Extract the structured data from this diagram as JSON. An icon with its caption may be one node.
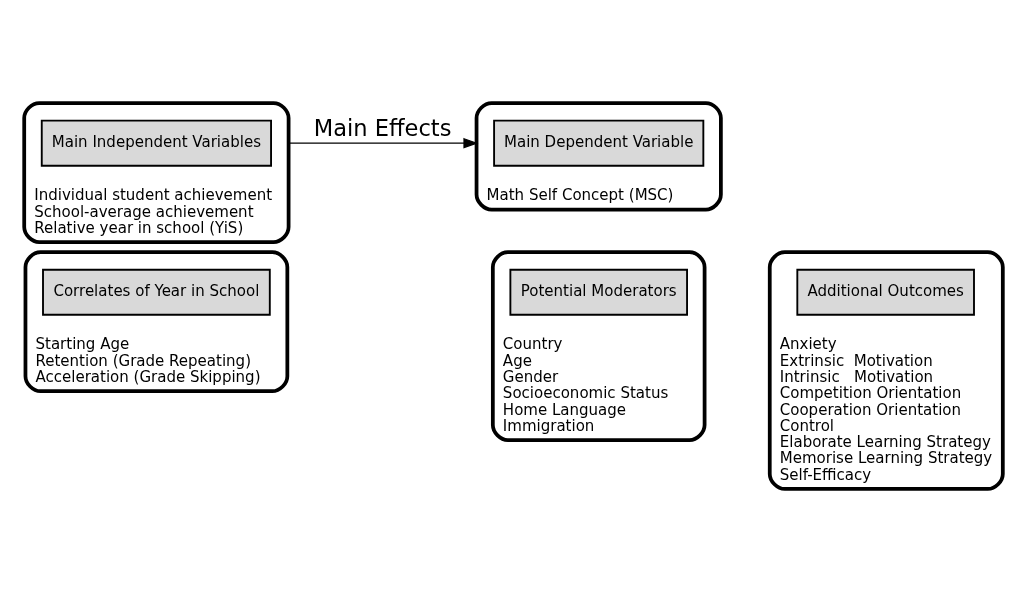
{
  "diagram": {
    "nodes": [
      {
        "text": [
          "Individual student achievement",
          "School-average achievement",
          "Relative year in school (YiS)"
        ]
      },
      {
        "text": [
          "Main Independent Variables"
        ],
        "in": 0
      },
      {
        "text": [
          "Math Self Concept (MSC)"
        ]
      },
      {
        "text": [
          "Main Dependent Variable"
        ],
        "in": 2
      },
      {
        "text": [
          "Starting Age",
          "Retention (Grade Repeating)",
          "Acceleration (Grade Skipping)"
        ]
      },
      {
        "text": [
          "Correlates of Year in School"
        ],
        "in": 4
      },
      {
        "text": [
          "Country",
          "Age",
          "Gender",
          "Socioeconomic Status",
          "Home Language",
          "Immigration"
        ]
      },
      {
        "text": [
          "Potential Moderators"
        ],
        "in": 6
      },
      {
        "text": [
          "Anxiety",
          "Extrinsic  Motivation",
          "Intrinsic   Motivation",
          "Competition Orientation",
          "Cooperation Orientation",
          "Control",
          "Elaborate Learning Strategy",
          "Memorise Learning Strategy",
          "Self-Efficacy"
        ]
      },
      {
        "text": [
          "Additional Outcomes"
        ],
        "in": 8
      }
    ],
    "edges": [
      {
        "from": 0,
        "to": 2,
        "label": "Main Effects",
        "arrow": "to"
      }
    ]
  }
}
